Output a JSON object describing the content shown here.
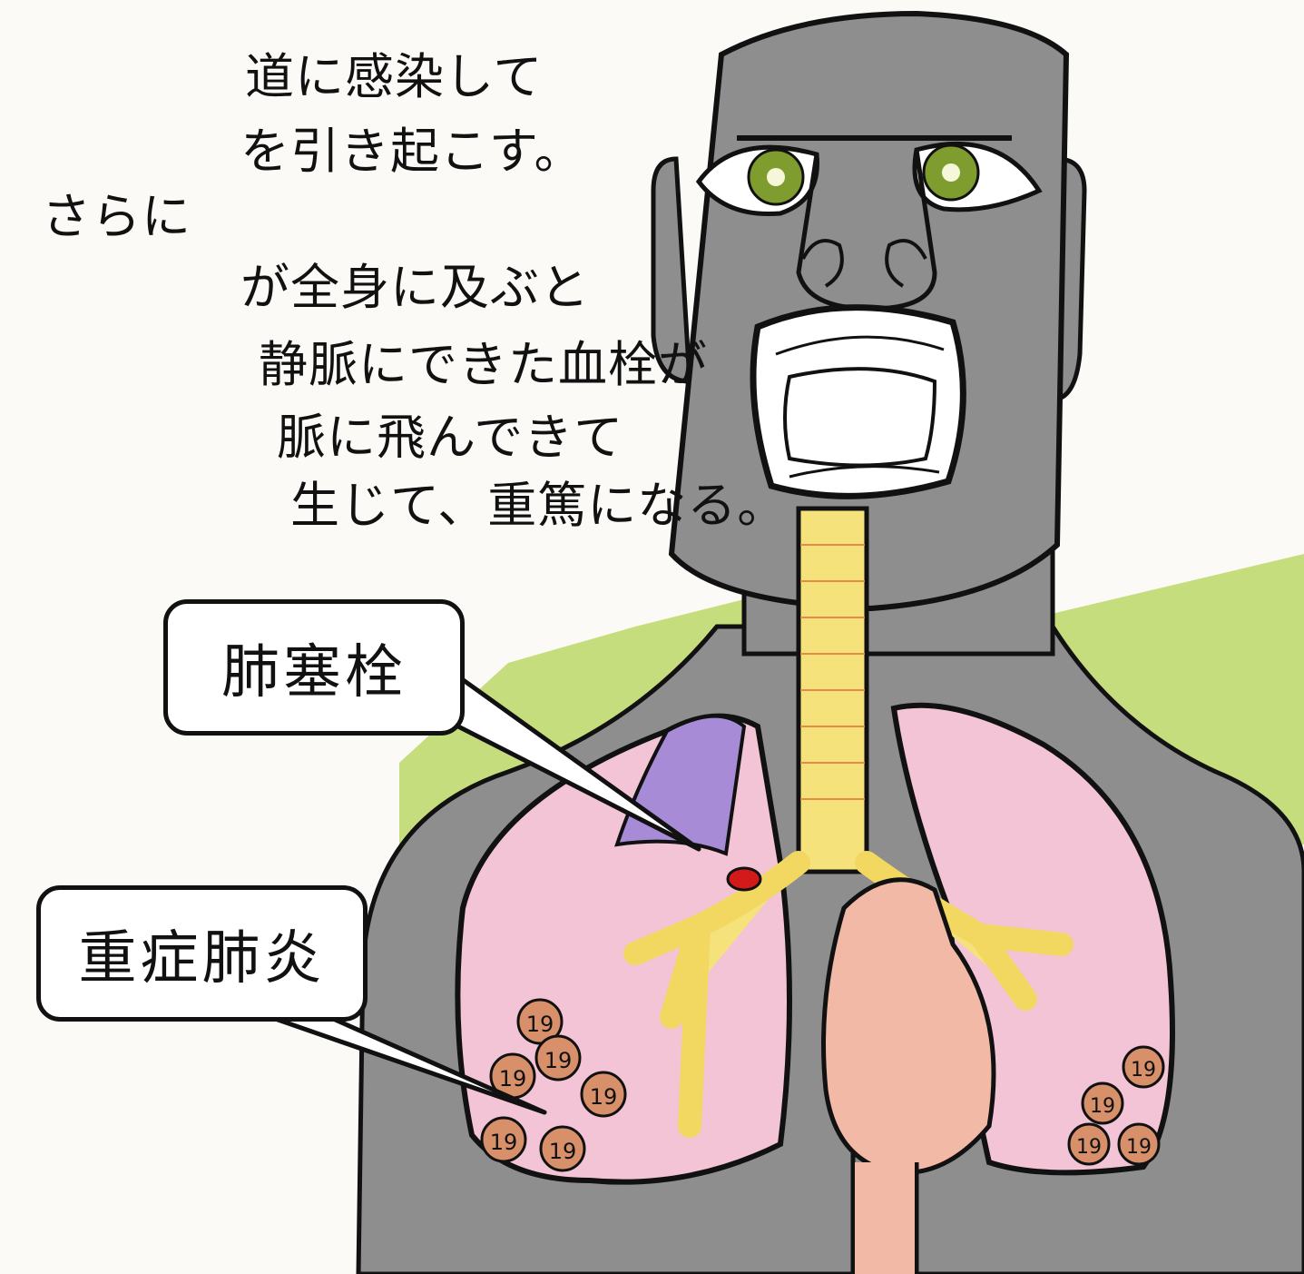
{
  "intro_text": {
    "lines": [
      "道に感染して",
      "を引き起こす。",
      "さらに",
      "が全身に及ぶと",
      "静脈にできた血栓が",
      "脈に飛んできて",
      "生じて、重篤になる。"
    ]
  },
  "callouts": {
    "pulmonary_embolism": "肺塞栓",
    "severe_pneumonia": "重症肺炎"
  },
  "virus_label": "19",
  "colors": {
    "stone_gray": "#8e8e8e",
    "grass_green": "#c6dd7e",
    "lung_pink": "#f2c4d6",
    "airway_yellow": "#f6e27a",
    "infarct_purple": "#a78bd6",
    "clot_red": "#d21a1a",
    "heart_peach": "#f2b9a6",
    "virus_orange": "#d8906a",
    "eye_green": "#7f9c2e"
  }
}
